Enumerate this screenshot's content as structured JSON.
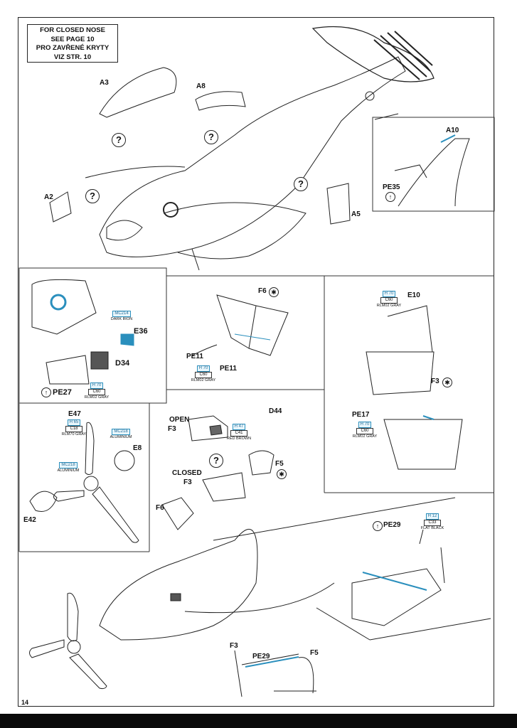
{
  "note": {
    "line1": "FOR CLOSED NOSE",
    "line2": "SEE PAGE 10",
    "line3": "PRO ZAVŘENÉ KRYTY",
    "line4": "VIZ STR. 10"
  },
  "qmark": "?",
  "page_number": "14",
  "parts": {
    "A3": "A3",
    "A8": "A8",
    "A2": "A2",
    "A5": "A5",
    "A10": "A10",
    "PE35": "PE35",
    "PE27": "PE27",
    "E36": "E36",
    "D34": "D34",
    "F6_top": "F6",
    "PE11a": "PE11",
    "PE11b": "PE11",
    "E10": "E10",
    "F3_right": "F3",
    "PE17": "PE17",
    "E47": "E47",
    "E8": "E8",
    "E42": "E42",
    "open": "OPEN",
    "F3_open": "F3",
    "closed": "CLOSED",
    "F3_closed": "F3",
    "D44": "D44",
    "F5": "F5",
    "F6_mid": "F6",
    "PE29_right": "PE29",
    "F3_bottom": "F3",
    "PE29_bottom": "PE29",
    "F5_bottom": "F5"
  },
  "paints": {
    "mc214": {
      "code": "MC214",
      "name": "DARK IRON"
    },
    "h70_pe27": {
      "code": "H 70",
      "code2": "C60",
      "name": "RLM02 GRAY"
    },
    "h70_pe11": {
      "code": "H 70",
      "code2": "C60",
      "name": "RLM02 GRAY"
    },
    "h70_e10": {
      "code": "H 70",
      "code2": "C60",
      "name": "RLM02 GRAY"
    },
    "h70_pe17": {
      "code": "H 70",
      "code2": "C60",
      "name": "RLM02 GRAY"
    },
    "h65": {
      "code": "H 65",
      "code2": "C18",
      "name": "RLM70 GRAY"
    },
    "mc218_a": {
      "code": "MC218",
      "name": "ALUMINIUM"
    },
    "mc218_b": {
      "code": "MC218",
      "name": "ALUMINIUM"
    },
    "h47": {
      "code": "H 47",
      "code2": "C41",
      "name": "RED BROWN"
    },
    "h12": {
      "code": "H 12",
      "code2": "C33",
      "name": "FLAT BLACK"
    }
  },
  "colors": {
    "accent": "#2a8fbd",
    "ink": "#111111"
  }
}
